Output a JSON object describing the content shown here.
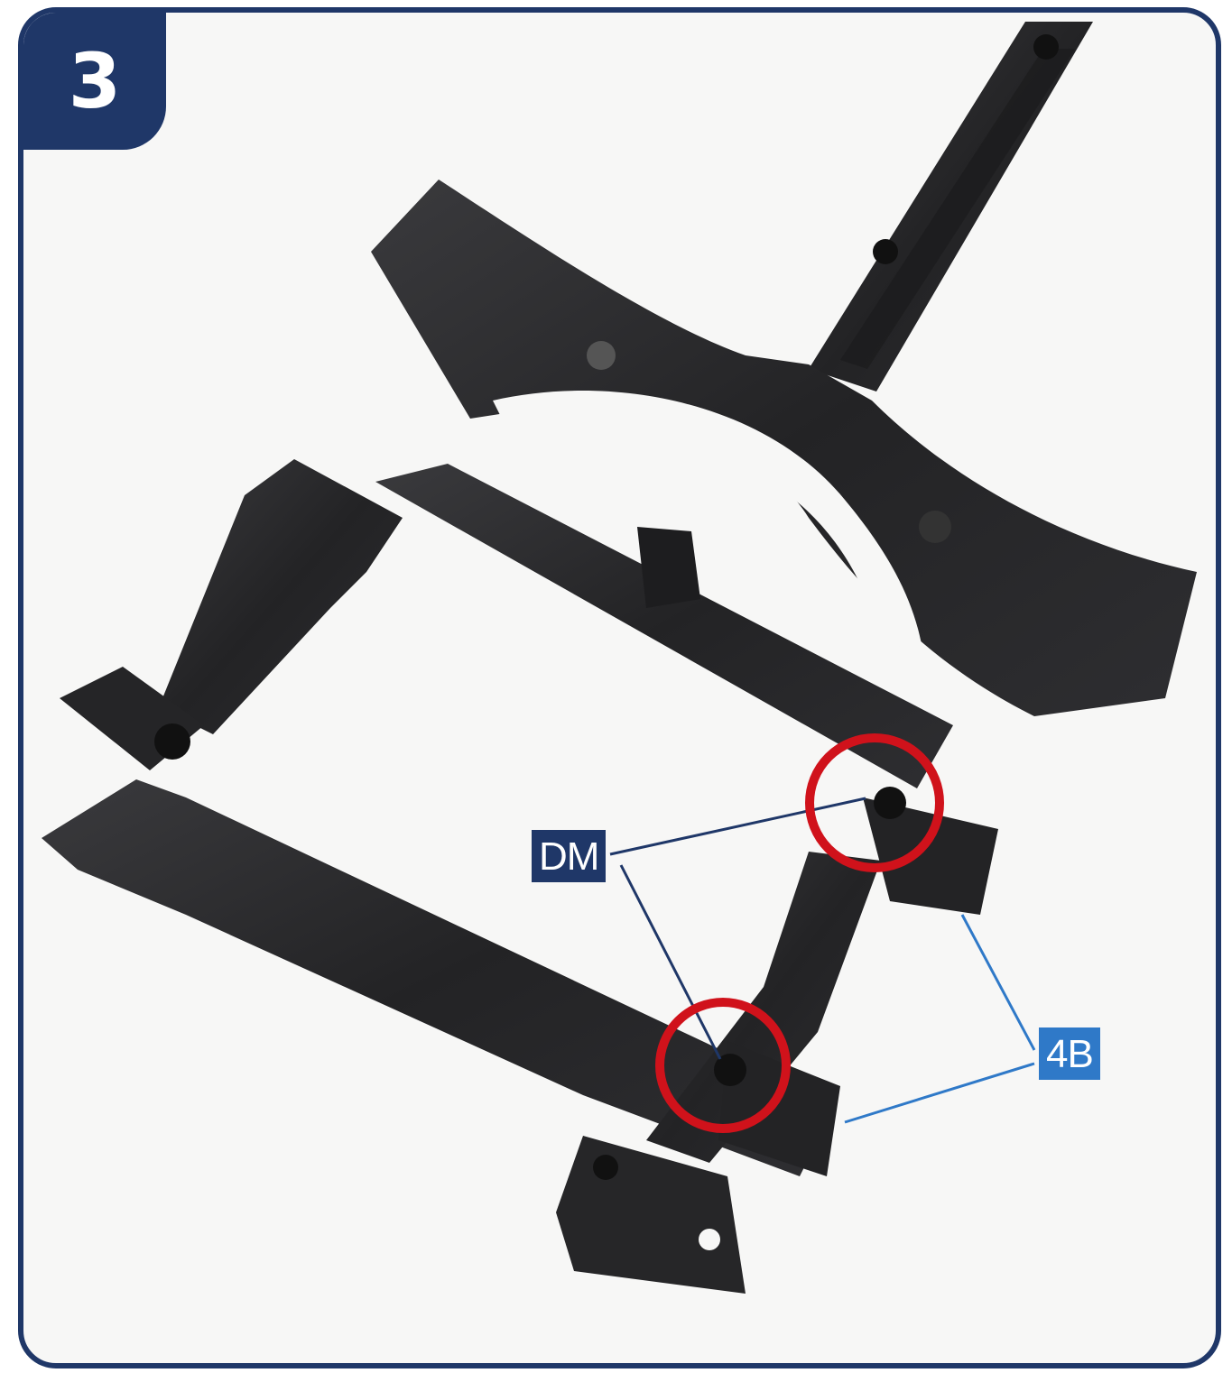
{
  "step": {
    "number": "3"
  },
  "callouts": {
    "dm": {
      "label": "DM"
    },
    "four_b": {
      "label": "4B"
    }
  },
  "colors": {
    "frame_border": "#1f3768",
    "badge_bg": "#1f3768",
    "dm_label_bg": "#1f3768",
    "fourb_label_bg": "#2f79c8",
    "highlight_circle": "#d0121b",
    "plastic_part": "#2a2a2c"
  }
}
